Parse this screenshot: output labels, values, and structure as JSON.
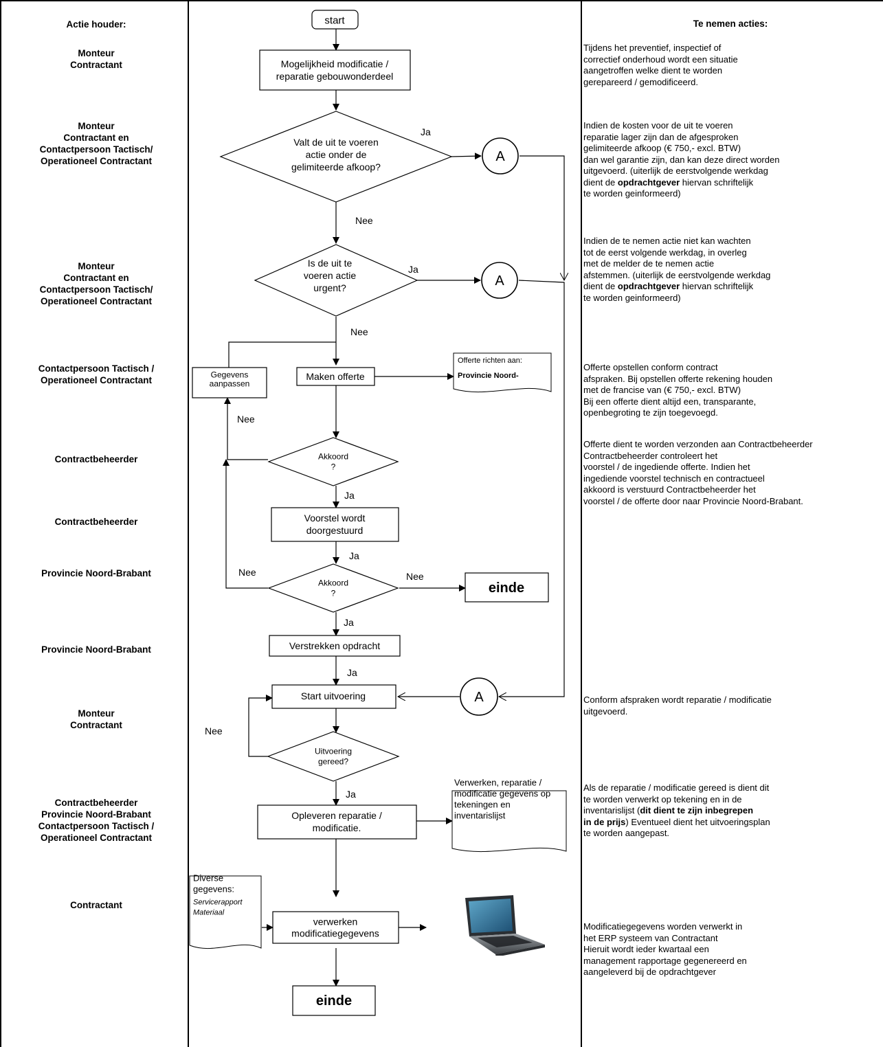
{
  "headers": {
    "actor": "Actie houder:",
    "actions": "Te nemen acties:"
  },
  "roles": [
    "Monteur\nContractant",
    "Monteur\nContractant en\nContactpersoon Tactisch/\nOperationeel Contractant",
    "Monteur\nContractant en\nContactpersoon Tactisch/\nOperationeel Contractant",
    "Contactpersoon Tactisch /\nOperationeel Contractant",
    "Contractbeheerder",
    "Contractbeheerder",
    "Provincie Noord-Brabant",
    "Provincie Noord-Brabant",
    "Monteur\nContractant",
    "Contractbeheerder\nProvincie Noord-Brabant\nContactpersoon Tactisch /\nOperationeel Contractant",
    "Contractant"
  ],
  "actions": [
    {
      "lines": [
        [
          "Tijdens het preventief, inspectief of"
        ],
        [
          "correctief onderhoud wordt een situatie"
        ],
        [
          "aangetroffen welke dient te worden"
        ],
        [
          "gerepareerd / gemodificeerd."
        ]
      ]
    },
    {
      "lines": [
        [
          "Indien de kosten voor de uit te voeren"
        ],
        [
          "reparatie lager zijn dan de afgesproken"
        ],
        [
          "gelimiteerde afkoop (€ 750,- excl. BTW)"
        ],
        [
          "dan wel garantie zijn, dan kan deze direct worden"
        ],
        [
          "uitgevoerd. (uiterlijk de eerstvolgende werkdag"
        ],
        [
          "dient de ",
          "opdrachtgever",
          " hiervan schriftelijk"
        ],
        [
          "te worden geinformeerd)"
        ]
      ]
    },
    {
      "lines": [
        [
          "Indien de te nemen actie niet kan wachten"
        ],
        [
          "tot de eerst volgende werkdag, in overleg"
        ],
        [
          "met de melder de te nemen actie"
        ],
        [
          "afstemmen. (uiterlijk de eerstvolgende werkdag"
        ],
        [
          "dient de ",
          "opdrachtgever",
          " hiervan schriftelijk"
        ],
        [
          "te worden geinformeerd)"
        ]
      ]
    },
    {
      "lines": [
        [
          "Offerte opstellen conform contract"
        ],
        [
          "afspraken. Bij opstellen offerte rekening houden"
        ],
        [
          "met de francise van  (€ 750,- excl. BTW)"
        ],
        [
          "Bij een offerte dient altijd een, transparante,"
        ],
        [
          "openbegroting te zijn toegevoegd."
        ]
      ]
    },
    {
      "lines": [
        [
          "Offerte dient te worden verzonden aan Contractbeheerder"
        ],
        [
          "Contractbeheerder controleert het"
        ],
        [
          "voorstel / de ingediende offerte. Indien het"
        ],
        [
          "ingediende voorstel technisch en contractueel"
        ],
        [
          "akkoord is verstuurd Contractbeheerder het"
        ],
        [
          "voorstel / de offerte door naar Provincie Noord-Brabant."
        ]
      ]
    },
    {
      "lines": [
        [
          "Conform afspraken wordt reparatie / modificatie"
        ],
        [
          "uitgevoerd."
        ]
      ]
    },
    {
      "lines": [
        [
          "Als de reparatie / modificatie gereed is dient dit"
        ],
        [
          "te worden verwerkt op tekening en in de"
        ],
        [
          "inventarislijst (",
          "dit dient te zijn inbegrepen"
        ],
        [
          "",
          "in de prijs",
          ") Eventueel dient het  uitvoeringsplan"
        ],
        [
          "te worden aangepast."
        ]
      ]
    },
    {
      "lines": [
        [
          "Modificatiegegevens worden verwerkt in"
        ],
        [
          "het ERP systeem van Contractant"
        ],
        [
          "Hieruit wordt ieder kwartaal een"
        ],
        [
          "management rapportage gegenereerd en"
        ],
        [
          "aangeleverd bij de opdrachtgever"
        ]
      ]
    }
  ],
  "flow": {
    "start": "start",
    "box1": [
      "Mogelijkheid modificatie /",
      "reparatie gebouwonderdeel"
    ],
    "dec1": [
      "Valt de uit te voeren",
      "actie onder de",
      "gelimiteerde afkoop?"
    ],
    "dec2": [
      "Is de uit te",
      "voeren actie",
      "urgent?"
    ],
    "connector": "A",
    "ja": "Ja",
    "nee": "Nee",
    "adjust": [
      "Gegevens",
      "aanpassen"
    ],
    "offerte": "Maken offerte",
    "offerte_doc": [
      "Offerte richten aan:",
      "Provincie Noord-"
    ],
    "akkoord": [
      "Akkoord",
      "?"
    ],
    "voorstel": [
      "Voorstel wordt",
      "doorgestuurd"
    ],
    "einde": "einde",
    "opdracht": "Verstrekken opdracht",
    "uitvoering": "Start uitvoering",
    "gereed": [
      "Uitvoering",
      "gereed?"
    ],
    "opleveren": [
      "Opleveren reparatie /",
      "modificatie."
    ],
    "verwerken_doc": [
      "Verwerken, reparatie /",
      "modificatie gegevens op",
      "tekeningen en",
      "inventarislijst"
    ],
    "diverse_doc": [
      "Diverse",
      "gegevens:",
      "Servicerapport",
      "Materiaal"
    ],
    "verwerken": [
      "verwerken",
      "modificatiegegevens"
    ]
  }
}
